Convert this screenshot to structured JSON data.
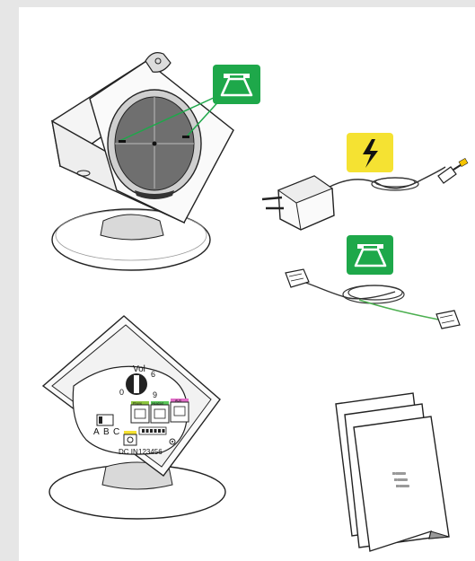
{
  "base_back_panel": {
    "volume_label": "Vol",
    "dial_numbers": [
      "0",
      "6",
      "9"
    ],
    "port_labels": [
      "Phone",
      "Headset",
      "AUX"
    ],
    "switch_letters": [
      "A",
      "B",
      "C"
    ],
    "dc_in_label": "DC IN",
    "dip_label": "123456"
  },
  "colors": {
    "accent_green": "#1ea84a",
    "accent_yellow": "#f5e232",
    "port_phone": "#8dc63f",
    "port_headset": "#5bc85b",
    "port_aux": "#e06cc7",
    "line_cable_green": "#4caf50"
  },
  "icons": {
    "telephone_connection": "phone-handset-icon",
    "power_supply": "lightning-bolt-icon",
    "manual": "manual-menu-icon"
  }
}
